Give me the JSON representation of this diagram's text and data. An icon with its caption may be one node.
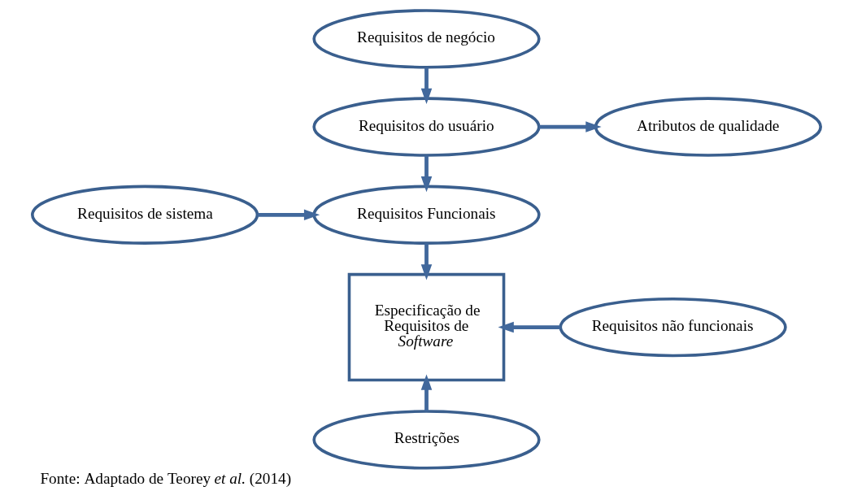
{
  "diagram": {
    "caption": "Fonte: Adaptado de Teorey *et al.* (2014)",
    "nodes": [
      {
        "text": [
          "Requisitos de negócio"
        ]
      },
      {
        "text": [
          "Requisitos do usuário"
        ]
      },
      {
        "text": [
          "Atributos de qualidade"
        ]
      },
      {
        "text": [
          "Requisitos de sistema"
        ]
      },
      {
        "text": [
          "Requisitos Funcionais"
        ]
      },
      {
        "text": [
          "Especificação de Requisitos de *Software*"
        ]
      },
      {
        "text": [
          "Requisitos não funcionais"
        ]
      },
      {
        "text": [
          "Restrições"
        ]
      }
    ],
    "edges": [
      {
        "from": 0,
        "to": 1,
        "arrow": "to"
      },
      {
        "from": 1,
        "to": 2,
        "arrow": "to"
      },
      {
        "from": 1,
        "to": 4,
        "arrow": "to"
      },
      {
        "from": 3,
        "to": 4,
        "arrow": "to"
      },
      {
        "from": 4,
        "to": 5,
        "arrow": "to"
      },
      {
        "from": 6,
        "to": 5,
        "arrow": "to"
      },
      {
        "from": 7,
        "to": 5,
        "arrow": "to"
      }
    ]
  }
}
